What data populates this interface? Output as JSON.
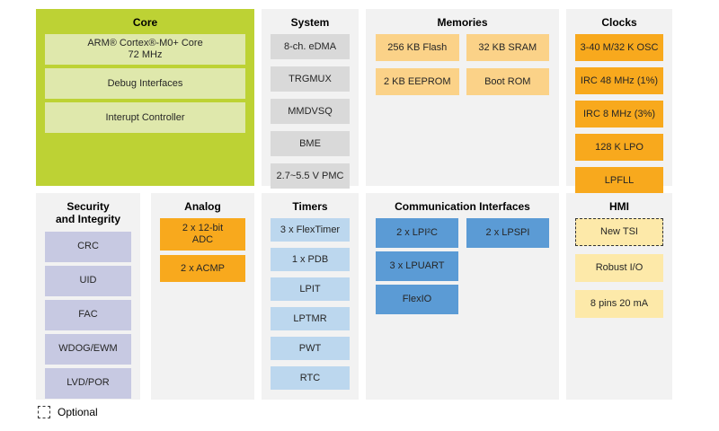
{
  "legend": {
    "label": "Optional"
  },
  "colors": {
    "core_panel_green": "#bdd234",
    "core_block_green": "#dfe8ac",
    "panel_background": "#f2f2f2",
    "system_block_gray": "#d9d9d9",
    "memory_block_light_orange": "#fbd288",
    "clock_analog_block_orange": "#f8a91d",
    "security_block_lavender": "#c7c9e2",
    "timer_block_light_blue": "#bcd7ee",
    "comm_block_blue": "#5b9bd5",
    "hmi_block_light_yellow": "#fde9a9"
  },
  "panels": {
    "core": {
      "title": "Core",
      "items": [
        "ARM® Cortex®-M0+ Core\n72 MHz",
        "Debug Interfaces",
        "Interupt Controller"
      ]
    },
    "system": {
      "title": "System",
      "items": [
        "8-ch. eDMA",
        "TRGMUX",
        "MMDVSQ",
        "BME",
        "2.7~5.5 V PMC"
      ]
    },
    "memories": {
      "title": "Memories",
      "items": [
        "256 KB Flash",
        "32 KB SRAM",
        "2 KB EEPROM",
        "Boot ROM"
      ]
    },
    "clocks": {
      "title": "Clocks",
      "items": [
        "3-40 M/32 K OSC",
        "IRC 48 MHz (1%)",
        "IRC 8 MHz (3%)",
        "128 K LPO",
        "LPFLL"
      ]
    },
    "security": {
      "title": "Security\nand Integrity",
      "items": [
        "CRC",
        "UID",
        "FAC",
        "WDOG/EWM",
        "LVD/POR"
      ]
    },
    "analog": {
      "title": "Analog",
      "items": [
        "2 x 12-bit\nADC",
        "2 x ACMP"
      ]
    },
    "timers": {
      "title": "Timers",
      "items": [
        "3 x FlexTimer",
        "1 x PDB",
        "LPIT",
        "LPTMR",
        "PWT",
        "RTC"
      ]
    },
    "comm": {
      "title": "Communication Interfaces",
      "items": [
        "2 x LPI²C",
        "2 x LPSPI",
        "3 x LPUART",
        "FlexIO"
      ]
    },
    "hmi": {
      "title": "HMI",
      "items": [
        "New TSI",
        "Robust I/O",
        "8 pins 20 mA"
      ]
    }
  }
}
